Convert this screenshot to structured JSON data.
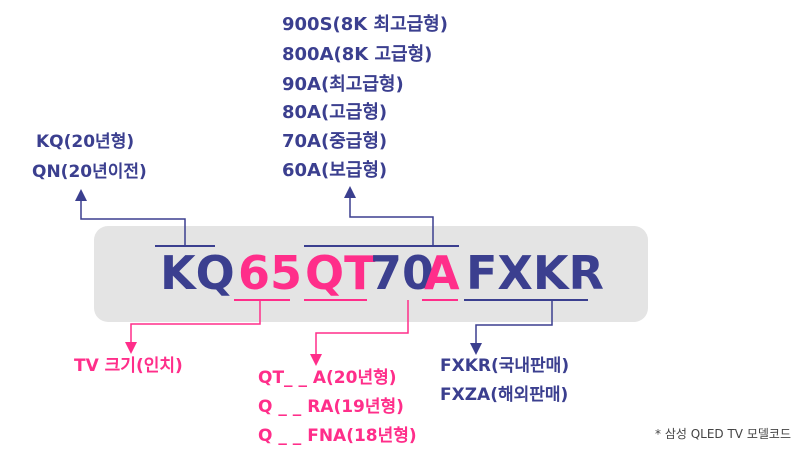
{
  "model_code": {
    "brand": "KQ",
    "size": "65",
    "series_prefix": "QT",
    "series_num": "70",
    "series_suffix": "A",
    "region": "FXKR"
  },
  "grade_list": [
    "900S(8K 최고급형)",
    "800A(8K 고급형)",
    "90A(최고급형)",
    "80A(고급형)",
    "70A(중급형)",
    "60A(보급형)"
  ],
  "brand_list": [
    "KQ(20년형)",
    "QN(20년이전)"
  ],
  "size_label": "TV 크기(인치)",
  "year_list": [
    "QT_ _ A(20년형)",
    "Q _ _ RA(19년형)",
    "Q _ _ FNA(18년형)"
  ],
  "region_list": [
    "FXKR(국내판매)",
    "FXZA(해외판매)"
  ],
  "footnote": "* 삼성 QLED TV 모델코드",
  "colors": {
    "blue": "#3b3f8f",
    "pink": "#ff2e8a",
    "box": "#e4e4e4"
  }
}
